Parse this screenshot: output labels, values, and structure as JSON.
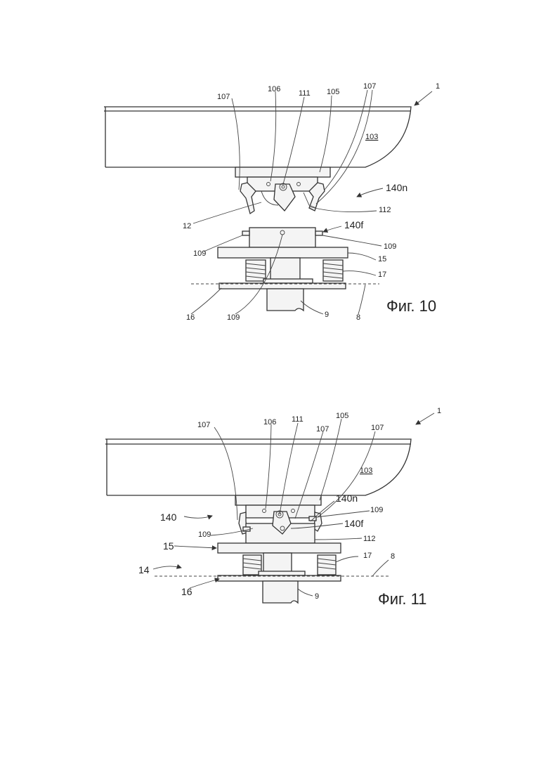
{
  "figure_10": {
    "caption": "Фиг. 10",
    "labels": {
      "l1": "1",
      "l107a": "107",
      "l106": "106",
      "l111": "111",
      "l105": "105",
      "l107b": "107",
      "l103": "103",
      "l140n": "140n",
      "l112": "112",
      "l12": "12",
      "l140f": "140f",
      "l109a": "109",
      "l109b": "109",
      "l15": "15",
      "l17": "17",
      "l16": "16",
      "l109c": "109",
      "l9": "9",
      "l8": "8"
    }
  },
  "figure_11": {
    "caption": "Фиг. 11",
    "labels": {
      "l1": "1",
      "l107a": "107",
      "l106": "106",
      "l111": "111",
      "l107b": "107",
      "l105": "105",
      "l107c": "107",
      "l103": "103",
      "l140n": "140n",
      "l109a": "109",
      "l140": "140",
      "l140f": "140f",
      "l109b": "109",
      "l112": "112",
      "l15": "15",
      "l17": "17",
      "l8": "8",
      "l14": "14",
      "l16": "16",
      "l9": "9"
    }
  }
}
